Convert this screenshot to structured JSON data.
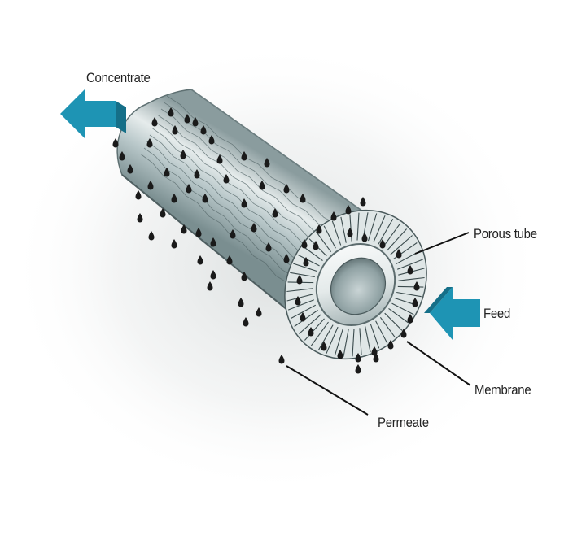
{
  "labels": {
    "concentrate": "Concentrate",
    "porous_tube": "Porous tube",
    "feed": "Feed",
    "membrane": "Membrane",
    "permeate": "Permeate"
  },
  "colors": {
    "arrow": "#1e94b4",
    "tube_light": "#e8eeee",
    "tube_mid": "#b4c4c6",
    "tube_dark": "#7f9294",
    "droplet": "#1a1a1a"
  }
}
